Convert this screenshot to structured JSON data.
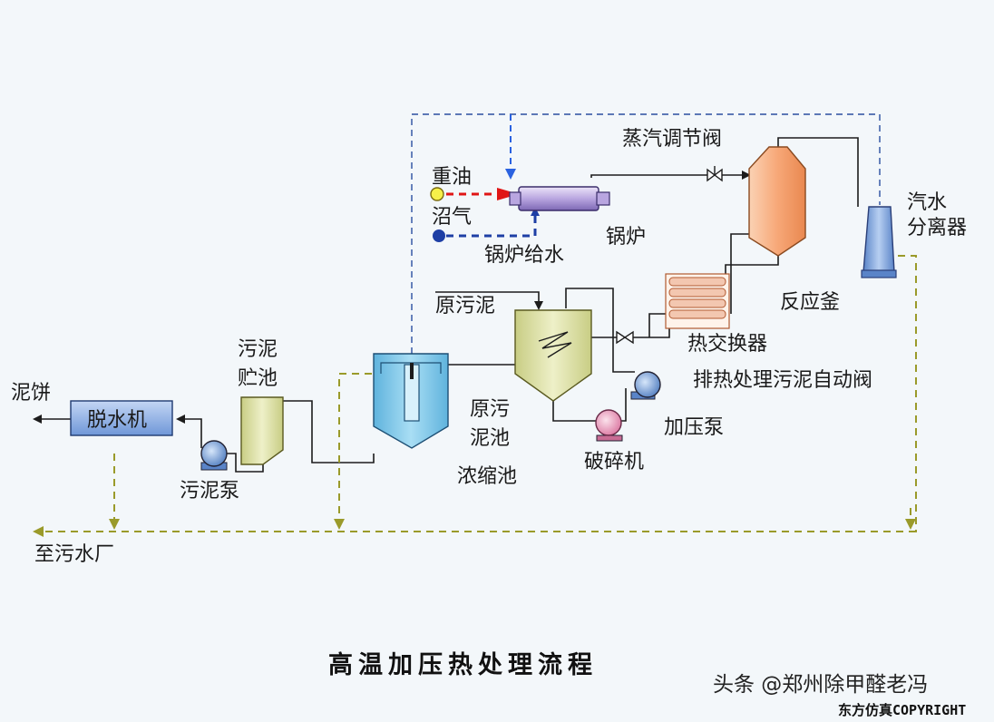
{
  "labels": {
    "zhongyou": "重油",
    "zhaoqi": "沼气",
    "guolu_geishui": "锅炉给水",
    "guolu": "锅炉",
    "zhengqi_tiaojiefa": "蒸汽调节阀",
    "fanyingfu": "反应釜",
    "qishui_fenliqi_1": "汽水",
    "qishui_fenliqi_2": "分离器",
    "yuanwuni": "原污泥",
    "rejiaohuanqi": "热交换器",
    "paire_fa": "排热处理污泥自动阀",
    "jiayabeng": "加压泵",
    "posuiji": "破碎机",
    "yuanwunichi_1": "原污",
    "yuanwunichi_2": "泥池",
    "nongsuochi": "浓缩池",
    "wuni_zhuchi_1": "污泥",
    "wuni_zhuchi_2": "贮池",
    "wunibeng": "污泥泵",
    "tuoshuiji": "脱水机",
    "nibing": "泥饼",
    "zhi_wushuichang": "至污水厂"
  },
  "title": "高温加压热处理流程",
  "watermark": "头条 @郑州除甲醛老冯",
  "copyright": "东方仿真COPYRIGHT",
  "colors": {
    "boiler": "#c7b8e6",
    "reactor": "#f7a878",
    "separator": "#8fb3e8",
    "tank_blue": "#8fd0ee",
    "tank_olive": "#dfe3a6",
    "dewater": "#8db0e6",
    "pump": "#6f9bd6",
    "crusher": "#f1a9c6",
    "hx_coil": "#f3c7b0",
    "fuel_red": "#e01515",
    "fuel_blue": "#1e3fa5",
    "olive_line": "#9a9a2a"
  },
  "icons": [
    "arrow-icon",
    "valve-icon",
    "pump-icon"
  ]
}
